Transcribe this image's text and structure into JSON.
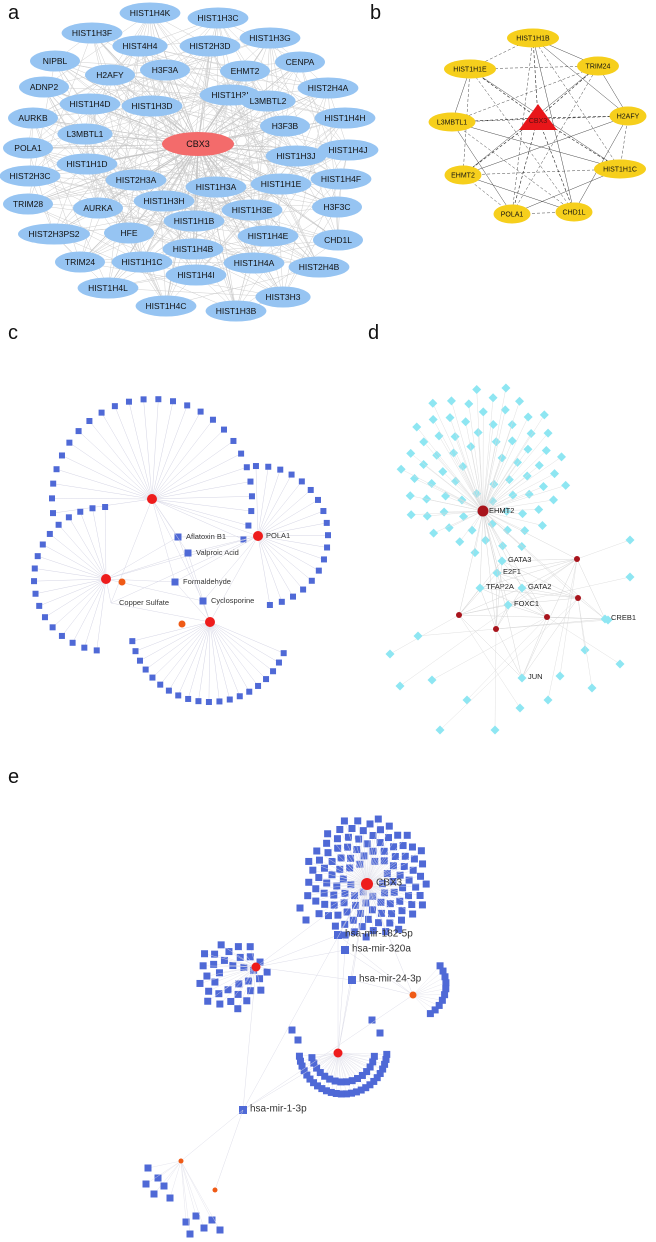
{
  "panels": {
    "a": {
      "label": "a",
      "center": "CBX3",
      "nodes": [
        "HIST1H4K",
        "HIST1H3C",
        "HIST1H3F",
        "HIST4H4",
        "HIST2H3D",
        "HIST1H3G",
        "NIPBL",
        "H3F3A",
        "ADNP2",
        "H2AFY",
        "EHMT2",
        "CENPA",
        "HIST1H3I",
        "HIST2H4A",
        "L3MBTL2",
        "AURKB",
        "HIST1H4D",
        "HIST1H3D",
        "HIST1H4H",
        "H3F3B",
        "L3MBTL1",
        "POLA1",
        "HIST1H3J",
        "HIST1H4J",
        "HIST1H1D",
        "HIST2H3C",
        "HIST2H3A",
        "HIST1H3A",
        "HIST1H1E",
        "HIST1H4F",
        "TRIM28",
        "HIST1H3H",
        "AURKA",
        "H3F3C",
        "HIST1H3E",
        "HIST2H3PS2",
        "HFE",
        "HIST1H1B",
        "HIST1H4E",
        "CHD1L",
        "HIST1H4B",
        "TRIM24",
        "HIST1H1C",
        "HIST1H4A",
        "HIST2H4B",
        "HIST1H4L",
        "HIST1H4I",
        "HIST3H3",
        "HIST1H4C",
        "HIST1H3B"
      ]
    },
    "b": {
      "label": "b",
      "center": "CBX3",
      "nodes": [
        "HIST1H1B",
        "HIST1H1E",
        "TRIM24",
        "L3MBTL1",
        "H2AFY",
        "HIST1H1C",
        "EHMT2",
        "POLA1",
        "CHD1L"
      ]
    },
    "c": {
      "label": "c",
      "labels": [
        "Aflatoxin B1",
        "POLA1",
        "Valproic Acid",
        "Formaldehyde",
        "Copper Sulfate",
        "Cyclosporine"
      ]
    },
    "d": {
      "label": "d",
      "labels": [
        "EHMT2",
        "GATA3",
        "E2F1",
        "TFAP2A",
        "GATA2",
        "FOXC1",
        "CREB1",
        "JUN"
      ]
    },
    "e": {
      "label": "e",
      "labels": [
        "CBX3",
        "hsa-mir-182-5p",
        "hsa-mir-320a",
        "hsa-mir-24-3p",
        "hsa-mir-1-3p"
      ]
    }
  },
  "colors": {
    "blue_node": "#96c4f2",
    "red_node": "#f36b6b",
    "yellow_node": "#f6cf1c",
    "triangle": "#e8161a",
    "square": "#4f69d6",
    "diamond": "#8ee6f2",
    "dark_red": "#a8141c",
    "red_dot": "#ee1c1c",
    "orange_dot": "#ef5a16"
  }
}
